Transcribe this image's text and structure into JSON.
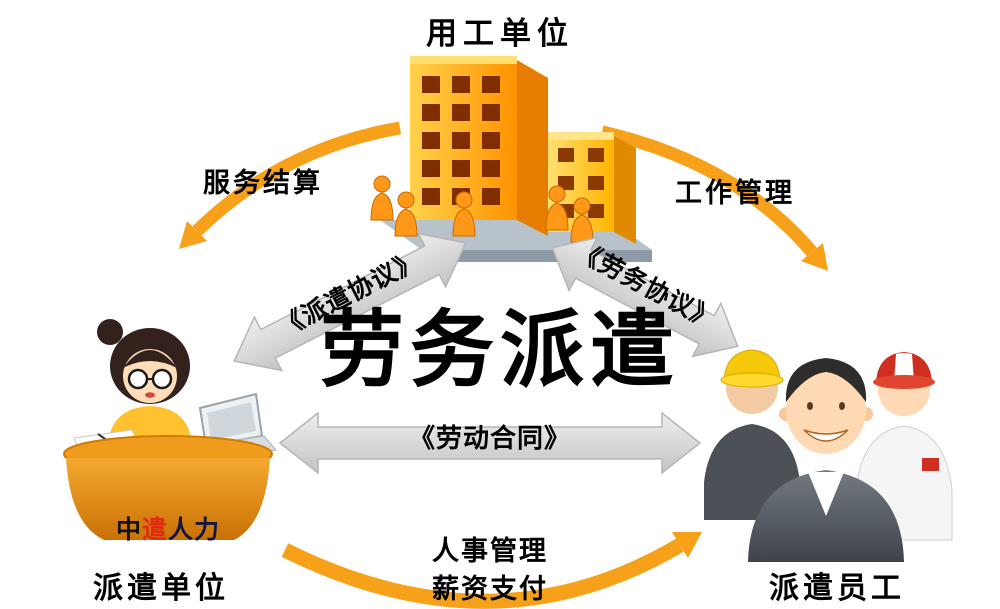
{
  "diagram": {
    "title": "劳务派遣",
    "nodes": {
      "employer": {
        "label": "用工单位"
      },
      "dispatch_agency": {
        "label": "派遣单位",
        "brand": {
          "part1": "中",
          "part2": "遣",
          "part3": "人力"
        }
      },
      "dispatched_workers": {
        "label": "派遣员工"
      }
    },
    "relations": {
      "service_settlement": "服务结算",
      "work_management": "工作管理",
      "dispatch_agreement": "《派遣协议》",
      "labor_service_agreement": "《劳务协议》",
      "labor_contract": "《劳动合同》",
      "personnel_management": "人事管理",
      "salary_payment": "薪资支付"
    },
    "colors": {
      "arrow_orange": "#F7A11B",
      "arrow_gray": "#D9D9D9",
      "building_orange": "#FF9200",
      "brand_red": "#E02A12",
      "brand_dark": "#15153F",
      "text": "#000000"
    }
  }
}
